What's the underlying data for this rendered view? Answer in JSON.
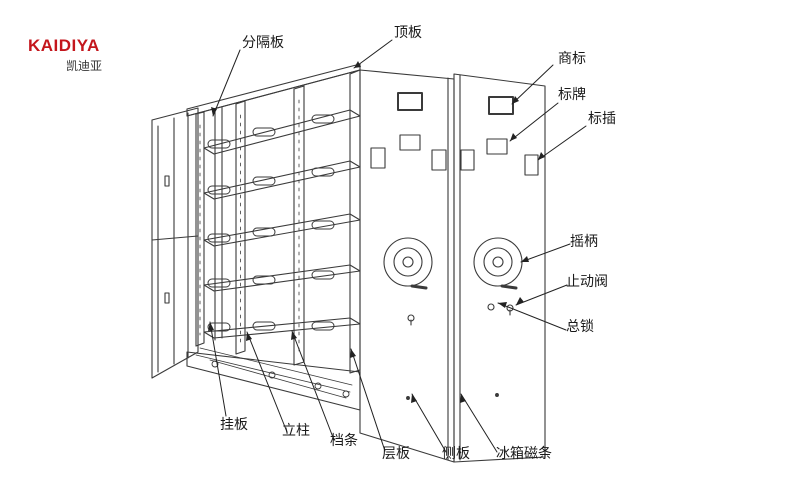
{
  "logo": {
    "brand_latin": "KAIDIYA",
    "brand_cn": "凯迪亚"
  },
  "labels": {
    "fen_ge_ban": "分隔板",
    "ding_ban": "顶板",
    "shang_biao": "商标",
    "biao_pai": "标牌",
    "biao_cha": "标插",
    "yao_bing": "摇柄",
    "zhi_dong_fa": "止动阀",
    "zong_suo": "总锁",
    "gua_ban": "挂板",
    "li_zhu": "立柱",
    "dang_tiao": "档条",
    "ceng_ban": "层板",
    "ce_ban": "侧板",
    "bing_xiang_ci_tiao": "冰箱磁条"
  },
  "colors": {
    "line": "#3a3a3a",
    "logo_red": "#c4161c",
    "text": "#1a1a1a"
  }
}
